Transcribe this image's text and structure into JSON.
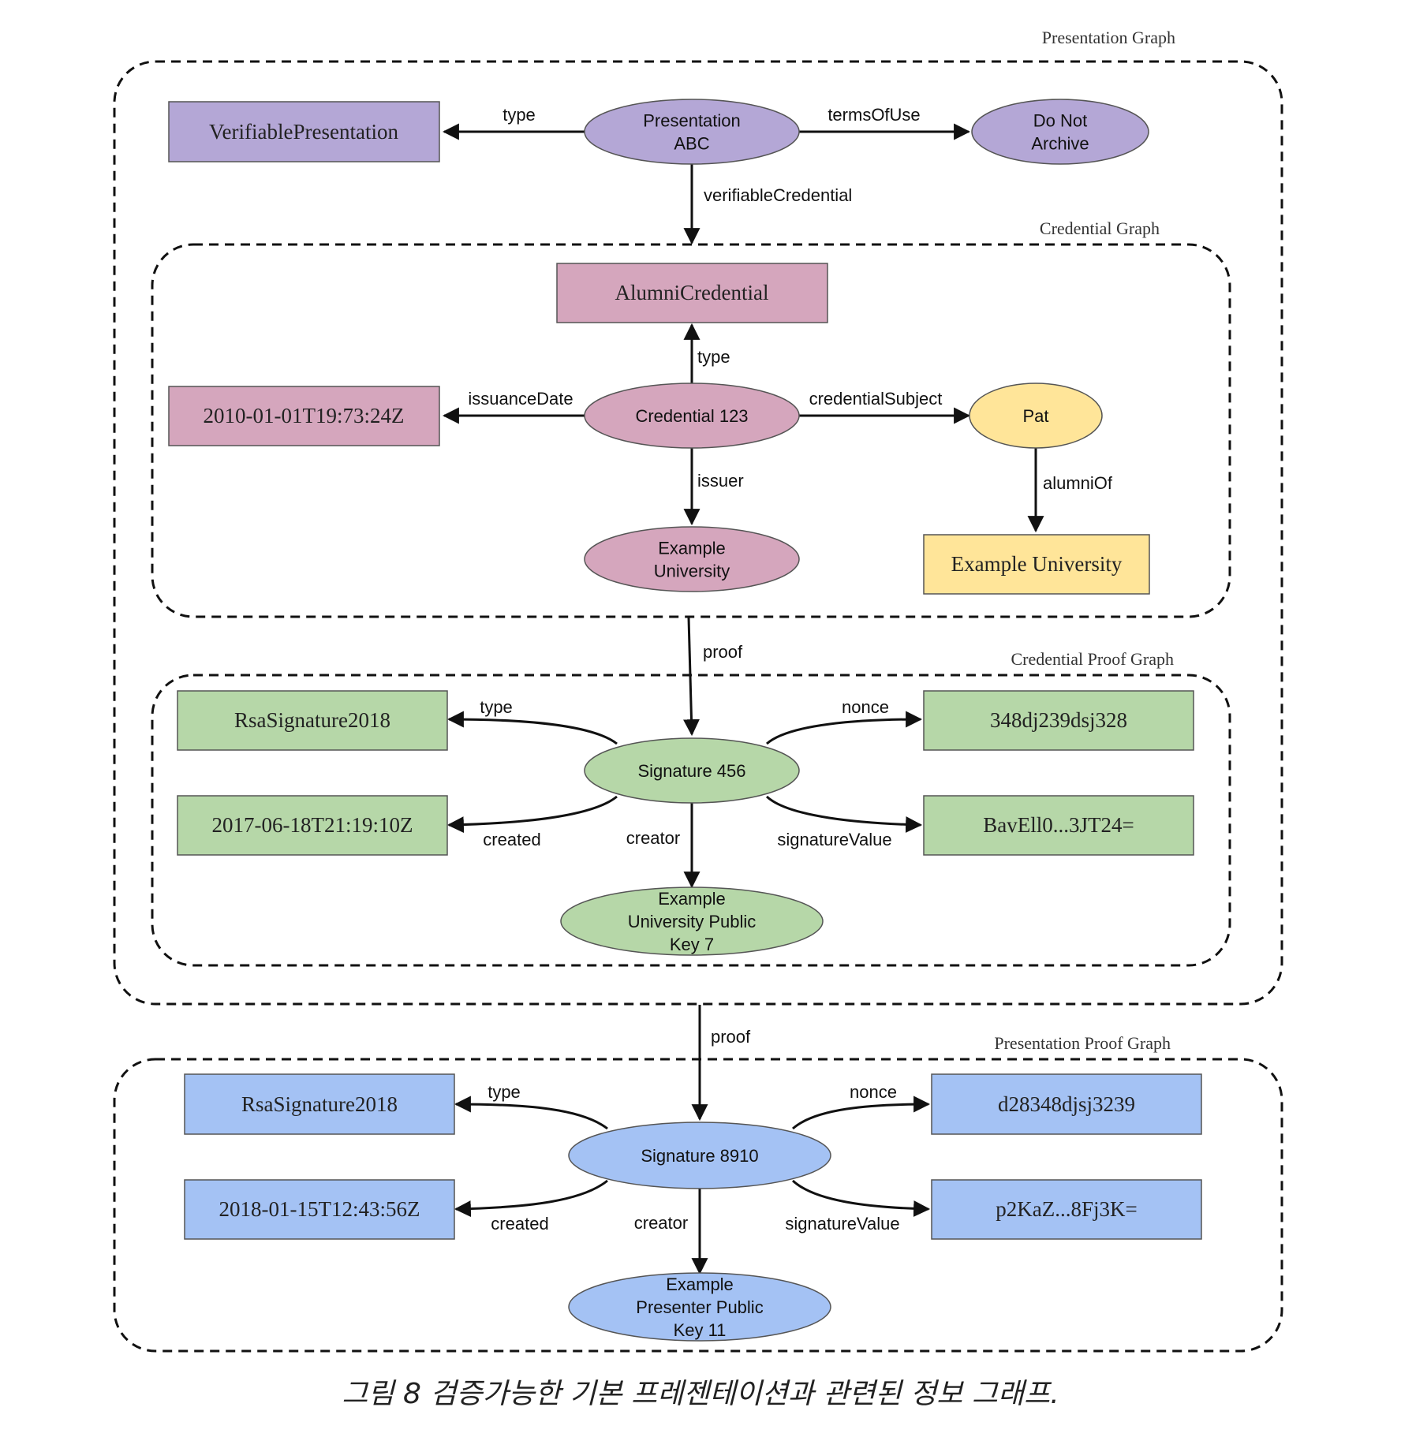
{
  "colors": {
    "purple": "#b4a7d6",
    "pink": "#d5a6bd",
    "yellow": "#ffe599",
    "green": "#b6d7a8",
    "blue": "#a4c2f4"
  },
  "graphs": {
    "presentation": "Presentation Graph",
    "credential": "Credential Graph",
    "credential_proof": "Credential Proof Graph",
    "presentation_proof": "Presentation Proof Graph"
  },
  "nodes": {
    "verifiable_presentation": "VerifiablePresentation",
    "presentation_abc": [
      "Presentation",
      "ABC"
    ],
    "do_not_archive": [
      "Do Not",
      "Archive"
    ],
    "alumni_credential": "AlumniCredential",
    "issuance_date_value": "2010-01-01T19:73:24Z",
    "credential_123": [
      "Credential 123"
    ],
    "pat": [
      "Pat"
    ],
    "example_university_issuer": [
      "Example",
      "University"
    ],
    "example_university_alumni": "Example University",
    "rsa_signature_cred": "RsaSignature2018",
    "created_cred": "2017-06-18T21:19:10Z",
    "signature_456": [
      "Signature 456"
    ],
    "nonce_cred": "348dj239dsj328",
    "signature_value_cred": "BavEll0...3JT24=",
    "cred_public_key": [
      "Example",
      "University Public",
      "Key 7"
    ],
    "rsa_signature_pres": "RsaSignature2018",
    "created_pres": "2018-01-15T12:43:56Z",
    "signature_8910": [
      "Signature 8910"
    ],
    "nonce_pres": "d28348djsj3239",
    "signature_value_pres": "p2KaZ...8Fj3K=",
    "pres_public_key": [
      "Example",
      "Presenter Public",
      "Key 11"
    ]
  },
  "edges": {
    "type_pres": "type",
    "terms_of_use": "termsOfUse",
    "verifiable_credential": "verifiableCredential",
    "type_cred": "type",
    "issuance_date": "issuanceDate",
    "credential_subject": "credentialSubject",
    "issuer": "issuer",
    "alumni_of": "alumniOf",
    "proof_cred": "proof",
    "type_sig456": "type",
    "nonce_sig456": "nonce",
    "created_sig456": "created",
    "creator_sig456": "creator",
    "signature_value_sig456": "signatureValue",
    "proof_pres": "proof",
    "type_sig8910": "type",
    "nonce_sig8910": "nonce",
    "created_sig8910": "created",
    "creator_sig8910": "creator",
    "signature_value_sig8910": "signatureValue"
  },
  "caption": "그림 8 검증가능한 기본 프레젠테이션과 관련된 정보 그래프."
}
